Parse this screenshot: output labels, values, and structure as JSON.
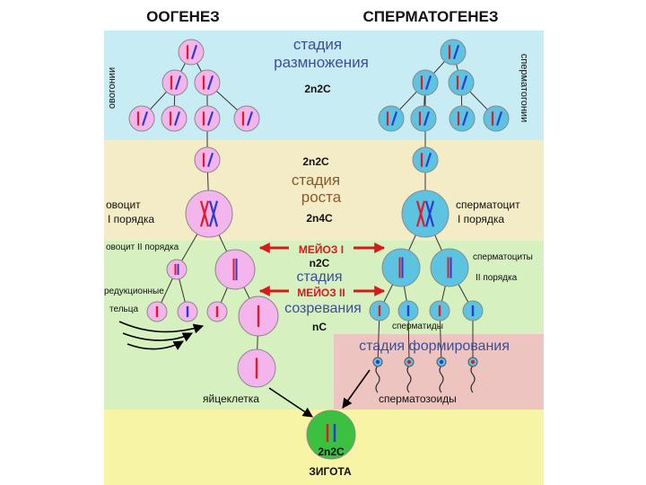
{
  "headings": {
    "left": "ООГЕНЕЗ",
    "right": "СПЕРМАТОГЕНЕЗ"
  },
  "stages": {
    "reproduction": {
      "line1": "стадия",
      "line2": "размножения",
      "formula": "2n2C"
    },
    "growth": {
      "top_formula": "2n2C",
      "line1": "стадия",
      "line2": "роста",
      "formula": "2n4C"
    },
    "maturation": {
      "line1": "стадия",
      "line2": "созревания",
      "formula_n2c": "n2C",
      "formula_nc": "nC"
    },
    "formation": {
      "label": "стадия формирования"
    }
  },
  "meiosis": {
    "first": "МЕЙОЗ I",
    "second": "МЕЙОЗ II"
  },
  "cell_labels": {
    "oogonia": "овогонии",
    "spermatogonia": "сперматогонии",
    "oocyte1_line1": "овоцит",
    "oocyte1_line2": "I порядка",
    "spermatocyte1_line1": "сперматоцит",
    "spermatocyte1_line2": "I порядка",
    "oocyte2": "овоцит II порядка",
    "spermatocyte2_line1": "сперматоциты",
    "spermatocyte2_line2": "II порядка",
    "polar_line1": "редукционные",
    "polar_line2": "тельца",
    "spermatids": "сперматиды",
    "egg": "яйцеклетка",
    "spermatozoa": "сперматозоиды",
    "zygote_formula": "2n2C",
    "zygote": "ЗИГОТА"
  },
  "colors": {
    "band_reproduction": "#c8ecf4",
    "band_growth": "#f3ecc6",
    "band_maturation": "#d6f0c0",
    "band_formation": "#eec4c0",
    "band_zygote": "#f8f4a6",
    "egg_cell": "#f4b4ec",
    "sperm_cell": "#5cc4e0",
    "zygote_cell": "#3cc040",
    "chromosome_red": "#e01c2c",
    "chromosome_blue": "#2c3cd0",
    "meiosis_arrow": "#d41c1c",
    "stage_text": "#3a4f9c",
    "growth_text": "#8b5a2b"
  }
}
